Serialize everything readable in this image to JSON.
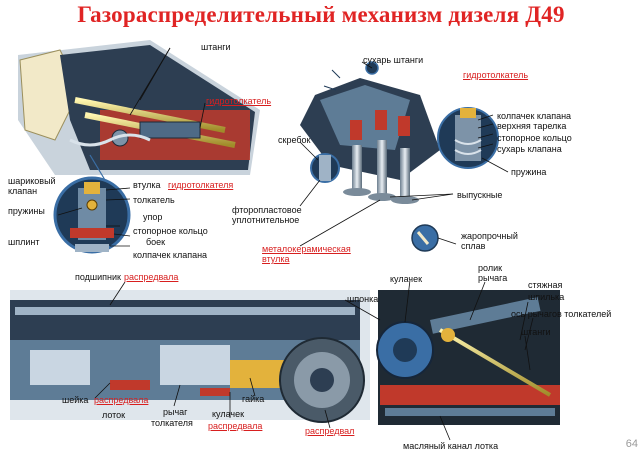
{
  "title": "Газораспределительный механизм дизеля Д49",
  "page_number": "64",
  "labels": {
    "shtangi_top": "штанги",
    "gidrotolkatel_top": "гидротолкатель",
    "sharikoviy_klapan": "шариковый клапан",
    "pruzhiny": "пружины",
    "shplint": "шплинт",
    "vtulka": "втулка",
    "gidrotolkatelya": "гидротолкателя",
    "tolkatel": "толкатель",
    "upor": "упор",
    "stopornoe_koltso_left": "стопорное  кольцо",
    "boek": "боек",
    "kolpachek_klapana_left": "колпачек  клапана",
    "sukhar_shtangi": "сухарь штанги",
    "gidrotolkatel_right": "гидротолкатель",
    "skrebok": "скребок",
    "kolpachek_klapana_right": "колпачек  клапана",
    "verkhnyaya_tarelka": "верхняя тарелка",
    "stopornoe_koltso_right": "стопорное кольцо",
    "sukhar_klapana": "сухарь клапана",
    "pruzhina": "пружина",
    "ftoroplastovoe": "фторопластовое уплотнительное",
    "vypusknye": "выпускные",
    "metallokeramicheskaya": "металокерамическая втулка",
    "zharoprochniy": "жаропрочный сплав",
    "podshipnik": "подшипник",
    "raspredvala_top": "распредвала",
    "kulachek_top": "кулачек",
    "rolik": "ролик",
    "rychaga": "рычага",
    "shponka": "шпонка",
    "styazhnaya": "стяжная",
    "shpilka": "шпилька",
    "os_rychagov": "ось рычагов толкателей",
    "shtangi_bottom": "штанги",
    "sheyka": "шейка",
    "raspredvala_sheyka": "распредвала",
    "lotok": "лоток",
    "gayka": "гайка",
    "rychag": "рычаг",
    "tolkatelya": "толкателя",
    "kulachek_bottom": "кулачек",
    "raspredvala_bottom": "распредвала",
    "raspredval": "распредвал",
    "maslyaniy_kanal": "масляный канал лотка"
  },
  "colors": {
    "title": "#e02424",
    "label_red": "#d81f1f",
    "steel": "#5e7c96",
    "dark_steel": "#2d3e52",
    "red_part": "#c0392b",
    "cream": "#f2e9c8"
  }
}
